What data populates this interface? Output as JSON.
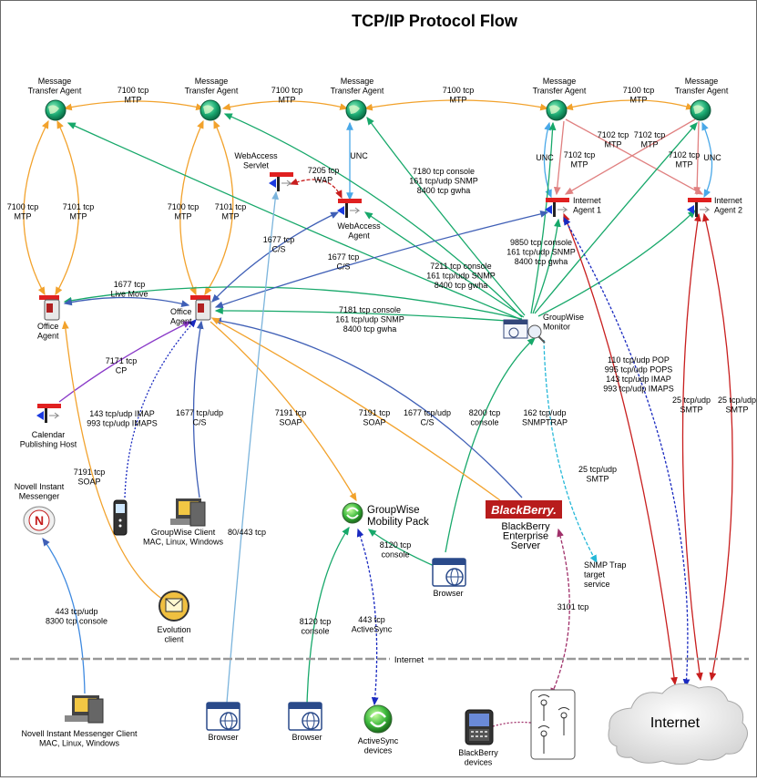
{
  "title": "TCP/IP Protocol Flow",
  "colors": {
    "orange": "#f2a22c",
    "green": "#17a86a",
    "blue": "#3f5fb6",
    "lightblue": "#49a8e8",
    "red": "#c81e1e",
    "pink": "#e08080",
    "purple": "#8a3ac8",
    "navy": "#1a2ac0",
    "teal": "#25b8d8",
    "magenta": "#a0306a",
    "skyblue": "#7bb4dc"
  },
  "nodes": {
    "mta1": [
      "Message",
      "Transfer Agent"
    ],
    "mta2": [
      "Message",
      "Transfer Agent"
    ],
    "mta3": [
      "Message",
      "Transfer Agent"
    ],
    "mta4": [
      "Message",
      "Transfer Agent"
    ],
    "mta5": [
      "Message",
      "Transfer Agent"
    ],
    "webaccess_servlet": [
      "WebAccess",
      "Servlet"
    ],
    "webaccess_agent": [
      "WebAccess",
      "Agent"
    ],
    "internet_agent1": [
      "Internet",
      "Agent 1"
    ],
    "internet_agent2": [
      "Internet",
      "Agent 2"
    ],
    "office_agent1": [
      "Office",
      "Agent"
    ],
    "office_agent2": [
      "Office",
      "Agent"
    ],
    "groupwise_monitor": [
      "GroupWise",
      "Monitor"
    ],
    "calendar_host": [
      "Calendar",
      "Publishing Host"
    ],
    "novell_im": [
      "Novell Instant",
      "Messenger"
    ],
    "mobile_phone": [],
    "gw_client": [
      "GroupWise Client",
      "MAC, Linux, Windows"
    ],
    "evolution": [
      "Evolution",
      "client"
    ],
    "mobility_pack": [
      "GroupWise",
      "Mobility Pack"
    ],
    "bb_logo": [
      "BlackBerry."
    ],
    "bb_server": [
      "BlackBerry",
      "Enterprise",
      "Server"
    ],
    "browser_mid": [
      "Browser"
    ],
    "snmp_target": [
      "SNMP Trap",
      "target",
      "service"
    ],
    "nim_client": [
      "Novell Instant Messenger Client",
      "MAC, Linux, Windows"
    ],
    "browser_b1": [
      "Browser"
    ],
    "browser_b2": [
      "Browser"
    ],
    "activesync": [
      "ActiveSync",
      "devices"
    ],
    "bb_devices": [
      "BlackBerry",
      "devices"
    ],
    "internet_cloud": [
      "Internet"
    ]
  },
  "internet_line_label": "Internet",
  "labels": {
    "l_mtp_1_2": [
      "7100 tcp",
      "MTP"
    ],
    "l_mtp_2_3": [
      "7100 tcp",
      "MTP"
    ],
    "l_mtp_3_4": [
      "7100 tcp",
      "MTP"
    ],
    "l_mtp_4_5": [
      "7100 tcp",
      "MTP"
    ],
    "l_oa1_a": [
      "7100 tcp",
      "MTP"
    ],
    "l_oa1_b": [
      "7101 tcp",
      "MTP"
    ],
    "l_oa2_a": [
      "7100 tcp",
      "MTP"
    ],
    "l_oa2_b": [
      "7101 tcp",
      "MTP"
    ],
    "l_wap": [
      "7205 tcp",
      "WAP"
    ],
    "l_unc_3": [
      "UNC"
    ],
    "l_unc_4": [
      "UNC"
    ],
    "l_unc_5": [
      "UNC"
    ],
    "l_7102_a": [
      "7102 tcp",
      "MTP"
    ],
    "l_7102_b": [
      "7102 tcp",
      "MTP"
    ],
    "l_7102_c": [
      "7102 tcp",
      "MTP"
    ],
    "l_7102_d": [
      "7102 tcp",
      "MTP"
    ],
    "l_console_mta3": [
      "7180 tcp console",
      "161 tcp/udp SNMP",
      "8400 tcp gwha"
    ],
    "l_console_ia": [
      "9850 tcp console",
      "161 tcp/udp SNMP",
      "8400 tcp gwha"
    ],
    "l_console_wa": [
      "7211 tcp console",
      "161 tcp/udp SNMP",
      "8400 tcp gwha"
    ],
    "l_console_oa": [
      "7181 tcp console",
      "161 tcp/udp SNMP",
      "8400 tcp gwha"
    ],
    "l_cs_wa": [
      "1677 tcp",
      "C/S"
    ],
    "l_cs_ia": [
      "1677 tcp",
      "C/S"
    ],
    "l_live_move": [
      "1677 tcp",
      "Live Move"
    ],
    "l_cp": [
      "7171 tcp",
      "CP"
    ],
    "l_imap": [
      "143 tcp/udp IMAP",
      "993 tcp/udp IMAPS"
    ],
    "l_client_cs": [
      "1677 tcp/udp",
      "C/S"
    ],
    "l_soap_mob": [
      "7191 tcp",
      "SOAP"
    ],
    "l_soap_bb": [
      "7191 tcp",
      "SOAP"
    ],
    "l_bb_cs": [
      "1677 tcp/udp",
      "C/S"
    ],
    "l_console_8200": [
      "8200 tcp",
      "console"
    ],
    "l_snmptrap": [
      "162 tcp/udp",
      "SNMPTRAP"
    ],
    "l_pop": [
      "110 tcp/udp POP",
      "995 tcp/udp POPS",
      "143 tcp/udp IMAP",
      "993 tcp/udp IMAPS"
    ],
    "l_smtp_a": [
      "25 tcp/udp",
      "SMTP"
    ],
    "l_smtp_b": [
      "25 tcp/udp",
      "SMTP"
    ],
    "l_smtp_c": [
      "25 tcp/udp",
      "SMTP"
    ],
    "l_soap_evo": [
      "7191 tcp",
      "SOAP"
    ],
    "l_80443": [
      "80/443 tcp"
    ],
    "l_8120_a": [
      "8120 tcp",
      "console"
    ],
    "l_8120_b": [
      "8120 tcp",
      "console"
    ],
    "l_activesync": [
      "443 tcp",
      "ActiveSync"
    ],
    "l_3101": [
      "3101 tcp"
    ],
    "l_nim": [
      "443 tcp/udp",
      "8300  tcp console"
    ]
  }
}
